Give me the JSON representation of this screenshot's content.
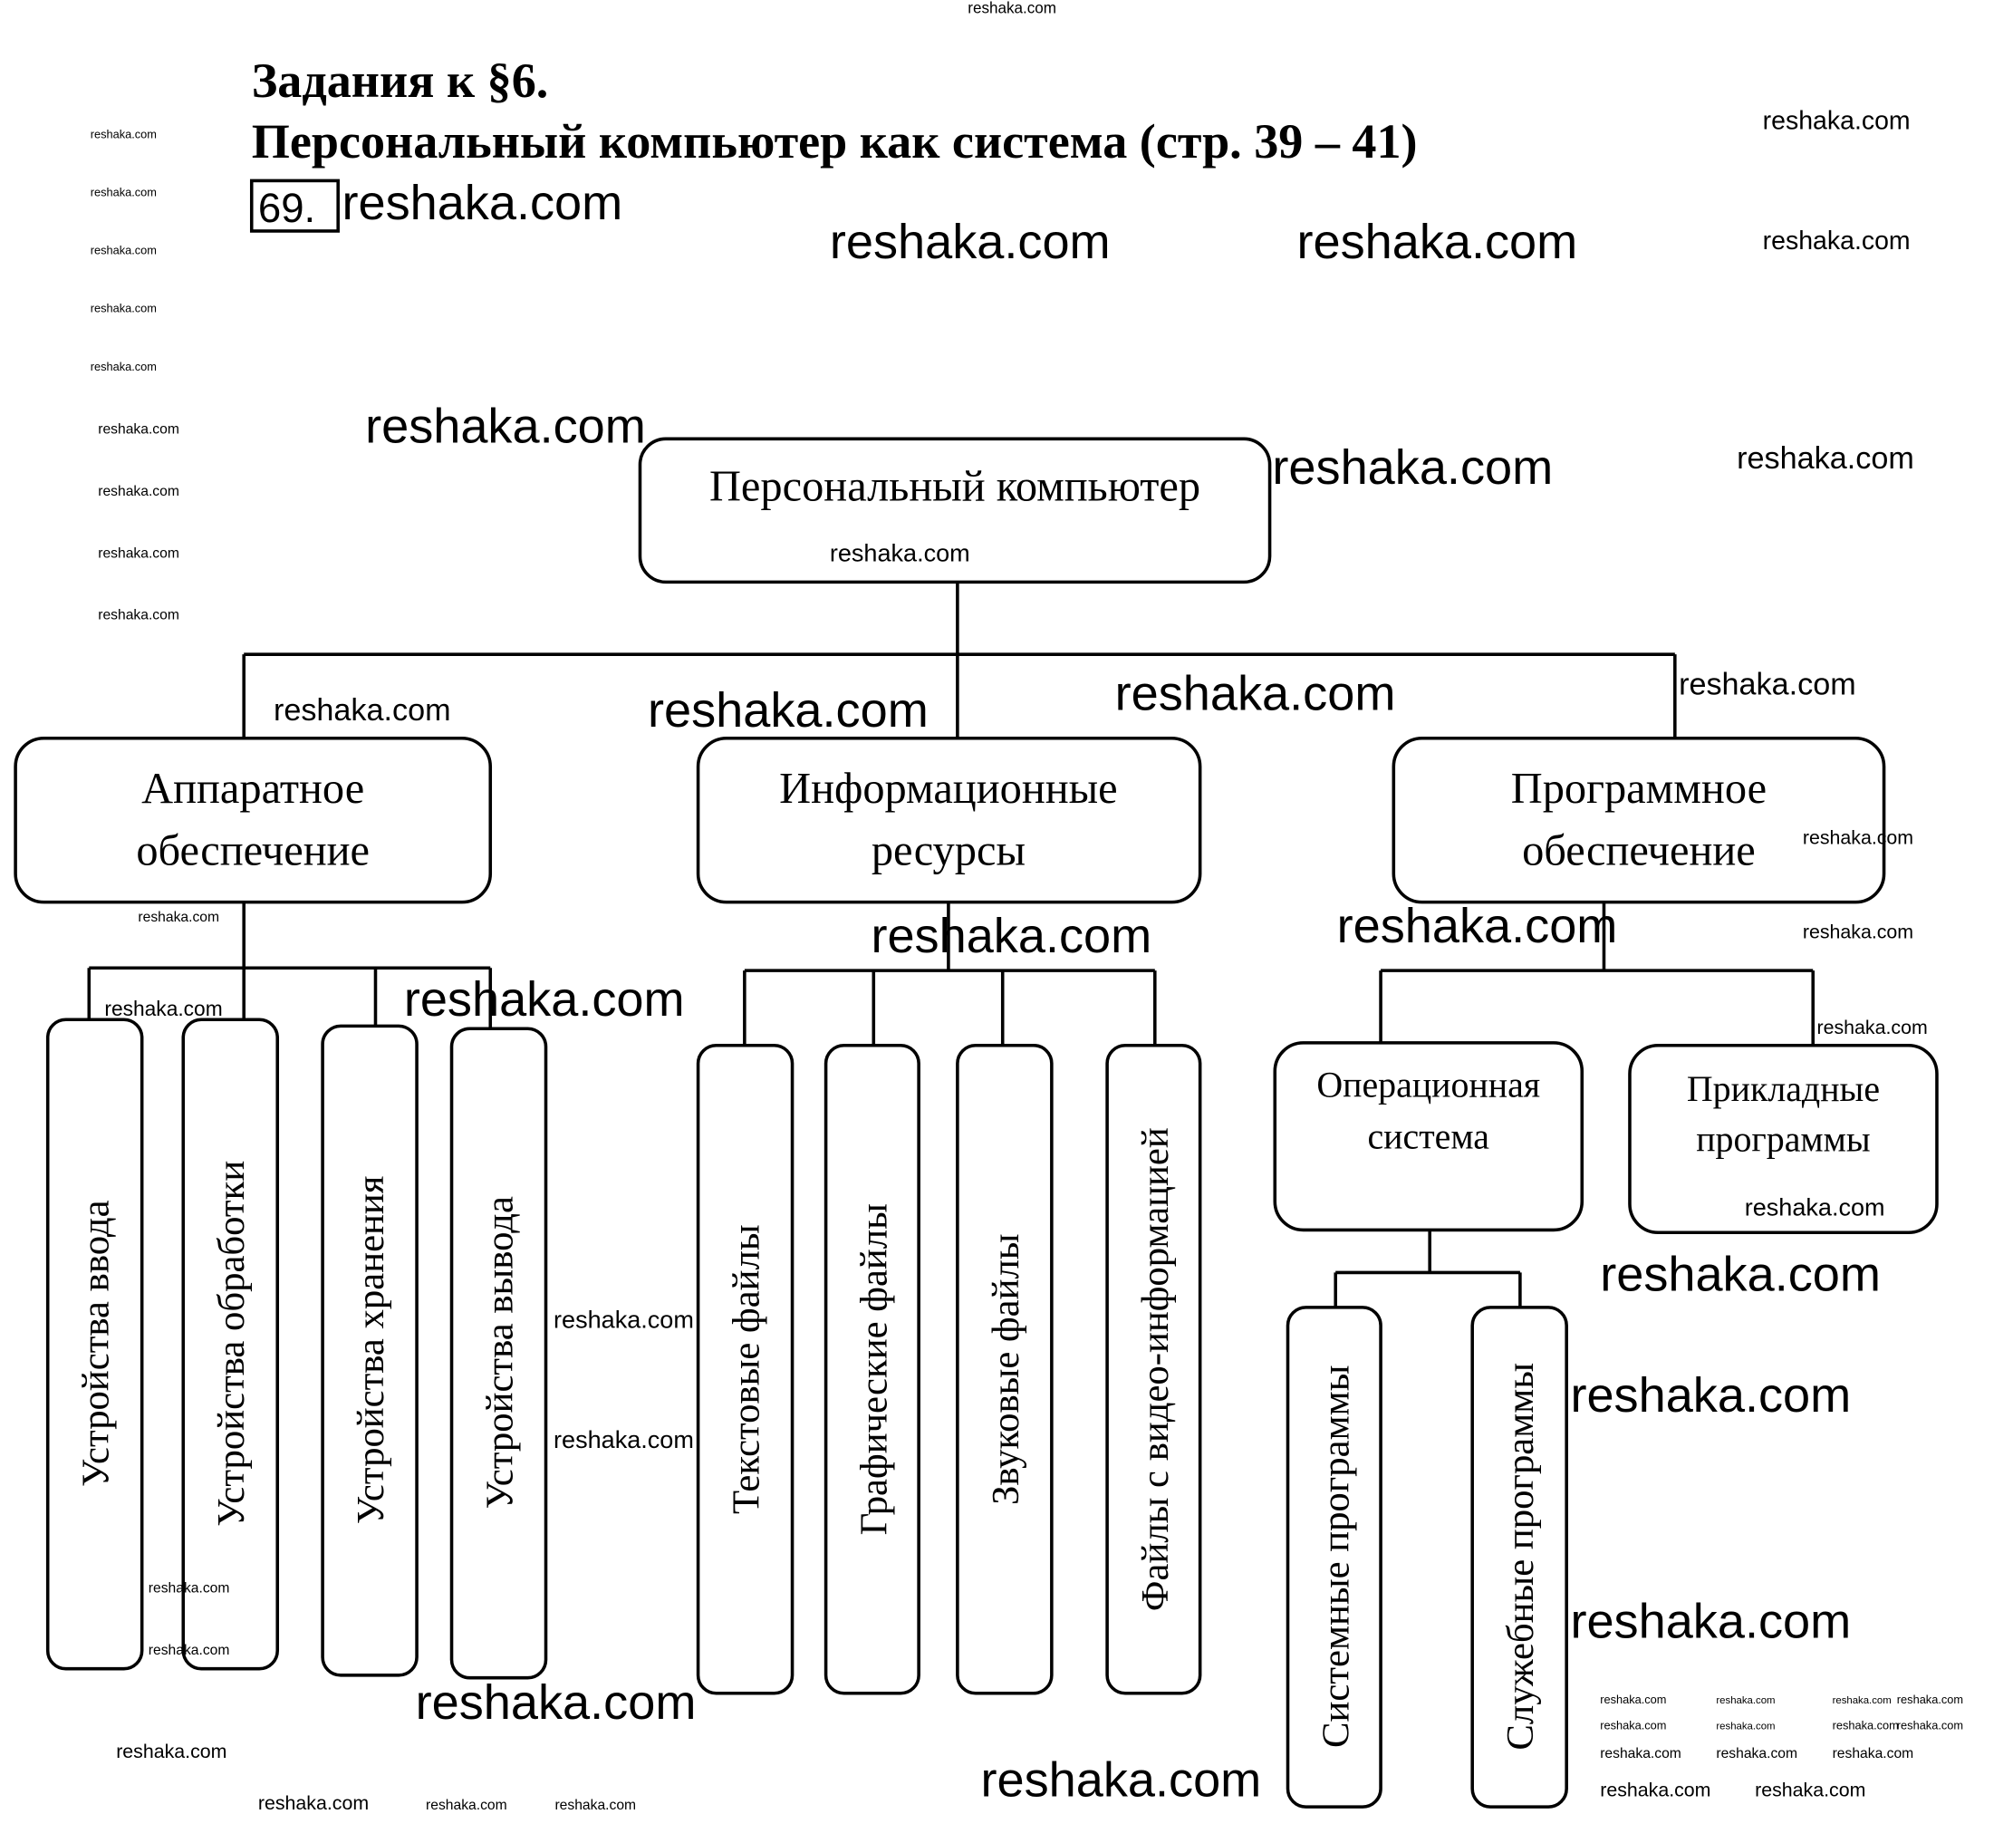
{
  "header": {
    "title_line1": "Задания к §6.",
    "title_line2": "Персональный компьютер как система (стр. 39 – 41)",
    "task_number": "69."
  },
  "diagram": {
    "root": "Персональный компьютер",
    "hardware": {
      "label_line1": "Аппаратное",
      "label_line2": "обеспечение",
      "children": [
        "Устройства ввода",
        "Устройства обработки",
        "Устройства хранения",
        "Устройства вывода"
      ]
    },
    "info": {
      "label_line1": "Информационные",
      "label_line2": "ресурсы",
      "children": [
        "Текстовые файлы",
        "Графические файлы",
        "Звуковые файлы",
        "Файлы с видео-информацией"
      ]
    },
    "software": {
      "label_line1": "Программное",
      "label_line2": "обеспечение",
      "os": {
        "label_line1": "Операционная",
        "label_line2": "система",
        "children": [
          "Системные программы",
          "Служебные программы"
        ]
      },
      "applied": {
        "label_line1": "Прикладные",
        "label_line2": "программы"
      }
    }
  },
  "watermark": "reshaka.com"
}
